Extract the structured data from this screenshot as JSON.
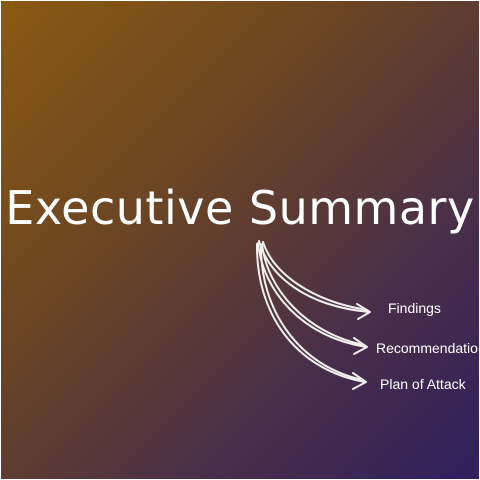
{
  "slide": {
    "title": "Executive Summary",
    "items": [
      {
        "label": "Findings"
      },
      {
        "label": "Recommendations"
      },
      {
        "label": "Plan of Attack"
      }
    ]
  },
  "colors": {
    "gradient_start": "#8a5a12",
    "gradient_end": "#2f1f5e",
    "text": "#ffffff"
  }
}
